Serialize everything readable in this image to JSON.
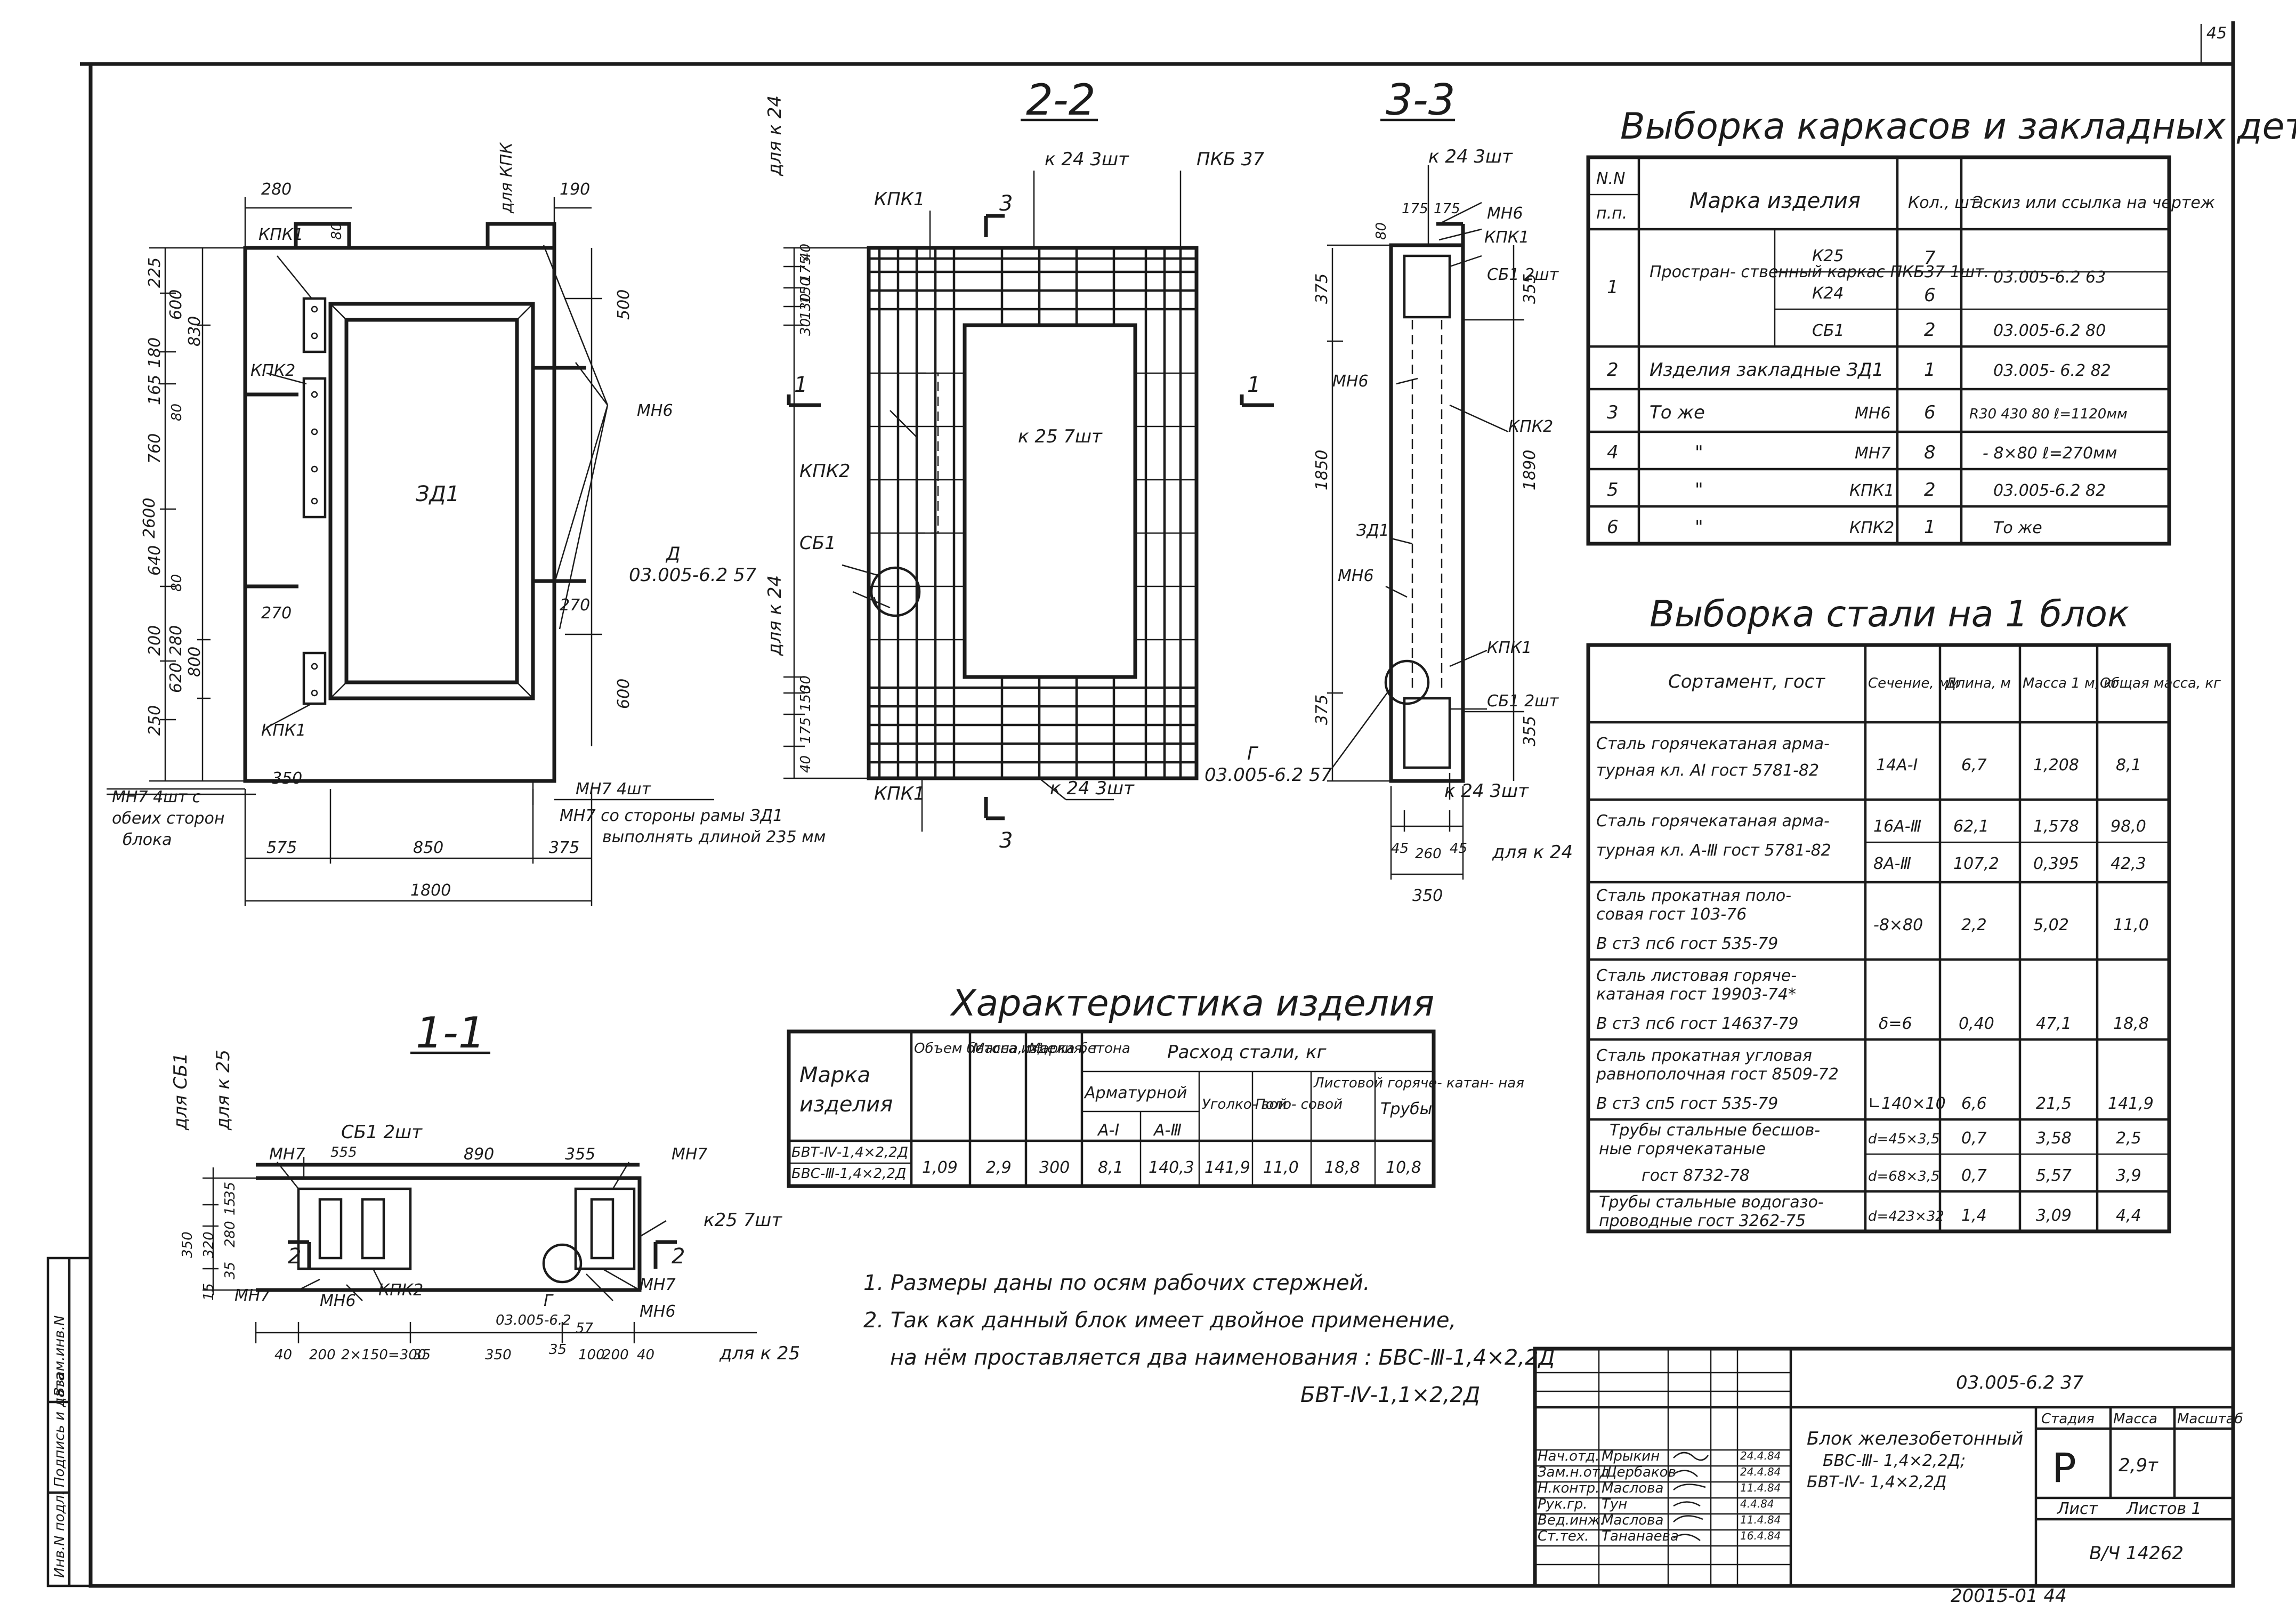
{
  "page_number": "45",
  "sections": {
    "s22": "2-2",
    "s33": "3-3",
    "s11": "1-1"
  },
  "elevation": {
    "dim_top_left": "280",
    "dim_top_right": "190",
    "dim_80": "80",
    "dla_kpk": "для КПК",
    "left_dims": [
      "225",
      "600",
      "180",
      "165",
      "830",
      "760",
      "80",
      "640",
      "80",
      "200",
      "620",
      "280",
      "800",
      "250"
    ],
    "dim_total_h": "2600",
    "right_dims": [
      "500",
      "600"
    ],
    "bottom_dims": [
      "575",
      "850",
      "375"
    ],
    "dim_total_w": "1800",
    "dim_350": "350",
    "dim_270a": "270",
    "dim_270b": "270",
    "kpk1a": "КПК1",
    "kpk2": "КПК2",
    "kpk1b": "КПК1",
    "zd1": "ЗД1",
    "mn6": "МН6",
    "note_left_1": "МН7   4шт  с",
    "note_left_2": "обеих  сторон",
    "note_left_3": "блока",
    "note_right_1": "МН7    4шт",
    "note_right_2": "МН7 со стороны рамы ЗД1",
    "note_right_3": "выполнять длиной 235 мм"
  },
  "sec22": {
    "dla_k24_top": "для к 24",
    "dla_k24_mid": "для к 24",
    "k24_top": "к 24  3шт",
    "pkb37": "ПКБ 37",
    "kpk1_top": "КПК1",
    "cut3": "3",
    "cut1": "1",
    "k25": "к 25  7шт",
    "kpk2": "КПК2",
    "sb1": "СБ1",
    "d_label": "Д",
    "d_ref": "03.005-6.2  57",
    "kpk1_bot": "КПК1",
    "k24_bot": "к 24  3шт",
    "left_dims_top": [
      "40",
      "175",
      "150",
      "130",
      "30"
    ],
    "left_dims_bot": [
      "30",
      "150",
      "175",
      "40"
    ]
  },
  "sec33": {
    "k24_top": "к 24  3шт",
    "dims_175": [
      "175",
      "175"
    ],
    "mn6_top": "МН6",
    "kpk1_top": "КПК1",
    "sb1_top": "СБ1  2шт",
    "dim_80": "80",
    "dim_375a": "375",
    "dim_355a": "355",
    "mn6_mid": "МН6",
    "kpk2": "КПК2",
    "dim_1850": "1850",
    "dim_1890": "1890",
    "zd1": "ЗД1",
    "mn6_low": "МН6",
    "kpk1_bot": "КПК1",
    "sb1_bot": "СБ1  2шт",
    "dim_375b": "375",
    "dim_355b": "355",
    "g_label": "Г",
    "g_ref": "03.005-6.2  57",
    "k24_bot": "к 24  3шт",
    "bottom_dims": [
      "45",
      "260",
      "45"
    ],
    "dla_k24": "для к 24",
    "dim_350": "350"
  },
  "sec11": {
    "dla_sb1": "для СБ1",
    "dla_k25": "для к 25",
    "mn7_tl": "МН7",
    "sb1": "СБ1  2шт",
    "dim_555": "555",
    "dim_890": "890",
    "dim_355": "355",
    "mn7_tr": "МН7",
    "k25": "к25  7шт",
    "left_dims": [
      "35",
      "15",
      "280",
      "320",
      "350",
      "35",
      "15"
    ],
    "cut2": "2",
    "mn7_bl": "МН7",
    "mn6_b": "МН6",
    "kpk2": "КПК2",
    "g_label": "Г",
    "g_ref": "03.005-6.2",
    "mn7_br": "МН7",
    "mn6_br": "МН6",
    "bottom_dims": [
      "40",
      "200",
      "2×150=300",
      "35",
      "350",
      "35",
      "57",
      "100",
      "200",
      "40"
    ],
    "dla_k25_b": "для к 25"
  },
  "table_frames": {
    "title": "Выборка каркасов и закладных   деталей",
    "headers": [
      "N.N п.п.",
      "Марка изделия",
      "Кол., шт.",
      "Эскиз  или ссылка на чертеж"
    ],
    "rows": [
      {
        "n": "1",
        "name": "Простран- ственный каркас ПКБ37 1шт.",
        "sub": [
          "К25",
          "К24",
          "СБ1"
        ],
        "qty": [
          "7",
          "6",
          "2"
        ],
        "ref": [
          "03.005-6.2  63",
          "",
          "03.005-6.2  80"
        ]
      },
      {
        "n": "2",
        "name": "Изделия   закладные   ЗД1",
        "qty": "1",
        "ref": "03.005- 6.2  82"
      },
      {
        "n": "3",
        "name": "То же",
        "sub": "МН6",
        "qty": "6",
        "ref": "R30  430  80  ℓ=1120мм"
      },
      {
        "n": "4",
        "name": "\"",
        "sub": "МН7",
        "qty": "8",
        "ref": "- 8×80     ℓ=270мм"
      },
      {
        "n": "5",
        "name": "\"",
        "sub": "КПК1",
        "qty": "2",
        "ref": "03.005-6.2  82"
      },
      {
        "n": "6",
        "name": "\"",
        "sub": "КПК2",
        "qty": "1",
        "ref": "То же"
      }
    ]
  },
  "table_steel": {
    "title": "Выборка      стали   на 1 блок",
    "headers": [
      "Сортамент, гост",
      "Сечение, мм",
      "Длина, м",
      "Масса 1 м, кг",
      "Общая масса, кг"
    ],
    "rows": [
      {
        "name": [
          "Сталь горячекатаная арма-",
          "турная  кл. АⅠ гост 5781-82"
        ],
        "sec": "14А-Ⅰ",
        "len": "6,7",
        "m1": "1,208",
        "tot": "8,1"
      },
      {
        "name": [
          "Сталь горячекатаная арма-",
          "турная  кл. А-Ⅲ гост 5781-82"
        ],
        "sec": [
          "16А-Ⅲ",
          "8А-Ⅲ"
        ],
        "len": [
          "62,1",
          "107,2"
        ],
        "m1": [
          "1,578",
          "0,395"
        ],
        "tot": [
          "98,0",
          "42,3"
        ]
      },
      {
        "name": [
          "Сталь   прокатная   поло-",
          "совая     гост  103-76",
          "В ст3  пс6   гост 535-79"
        ],
        "sec": "-8×80",
        "len": "2,2",
        "m1": "5,02",
        "tot": "11,0"
      },
      {
        "name": [
          "Сталь  листовая  горяче-",
          "катаная  гост 19903-74*",
          "В ст3  пс6   гост 14637-79"
        ],
        "sec": "δ=6",
        "len": "0,40",
        "m1": "47,1",
        "tot": "18,8"
      },
      {
        "name": [
          "Сталь прокатная  угловая",
          "равнополочная  гост 8509-72",
          "В ст3  сп5     гост 535-79"
        ],
        "sec": "∟140×10",
        "len": "6,6",
        "m1": "21,5",
        "tot": "141,9"
      },
      {
        "name": [
          "Трубы  стальные  бесшов-",
          "ные   горячекатаные",
          "гост  8732-78"
        ],
        "sec": [
          "d=45×3,5",
          "d=68×3,5"
        ],
        "len": [
          "0,7",
          "0,7"
        ],
        "m1": [
          "3,58",
          "5,57"
        ],
        "tot": [
          "2,5",
          "3,9"
        ]
      },
      {
        "name": [
          "Трубы  стальные  водогазо-",
          "проводные   гост 3262-75"
        ],
        "sec": "d=423×32",
        "len": "1,4",
        "m1": "3,09",
        "tot": "4,4"
      }
    ]
  },
  "table_char": {
    "title": "Характеристика        изделия",
    "h_mark": "Марка изделия",
    "h_vol": "Объем бетона, м³",
    "h_mass": "Масса изделия, т",
    "h_grade": "Марка бетона",
    "h_steel": "Расход  стали,  кг",
    "h_arm": "Арматурной",
    "h_a1": "А-Ⅰ",
    "h_a3": "А-Ⅲ",
    "h_ang": "Уголко- вой",
    "h_strip": "Поло- совой",
    "h_sheet": "Листовой горяче- катан- ная",
    "h_pipe": "Трубы",
    "mark1": "БВТ-Ⅳ-1,4×2,2Д",
    "mark2": "БВС-Ⅲ-1,4×2,2Д",
    "vol": "1,09",
    "mass": "2,9",
    "grade": "300",
    "a1": "8,1",
    "a3": "140,3",
    "ang": "141,9",
    "strip": "11,0",
    "sheet": "18,8",
    "pipe": "10,8"
  },
  "notes": {
    "n1": "1.  Размеры    даны    по осям    рабочих  стержней.",
    "n2": "2.  Так  как  данный  блок  имеет   двойное  применение,",
    "n3": "на нём  проставляется  два  наименования :  БВС-Ⅲ-1,4×2,2Д",
    "n4": "БВТ-Ⅳ-1,1×2,2Д"
  },
  "title_block": {
    "code": "03.005-6.2  37",
    "name1": "Блок     железобетонный",
    "name2": "БВС-Ⅲ- 1,4×2,2Д;",
    "name3": "БВТ-Ⅳ- 1,4×2,2Д",
    "h_stage": "Стадия",
    "h_mass": "Масса",
    "h_scale": "Масштаб",
    "stage": "Р",
    "mass": "2,9т",
    "sheet": "Лист",
    "sheets": "Листов 1",
    "org": "В/Ч 14262",
    "roles": [
      "Нач.отд.",
      "Зам.н.отд",
      "Н.контр.",
      "Рук.гр.",
      "Вед.инж.",
      "Ст.тех."
    ],
    "names": [
      "Мрыкин",
      "Щербаков",
      "Маслова",
      "Тун",
      "Маслова",
      "Тананаева"
    ],
    "dates": [
      "24.4.84",
      "24.4.84",
      "11.4.84",
      "4.4.84",
      "11.4.84",
      "16.4.84"
    ],
    "stamp_bottom": "20015-01  44"
  },
  "side_stamp": [
    "Инв.N подл.",
    "Подпись и дата",
    "Взам.инв.N"
  ]
}
